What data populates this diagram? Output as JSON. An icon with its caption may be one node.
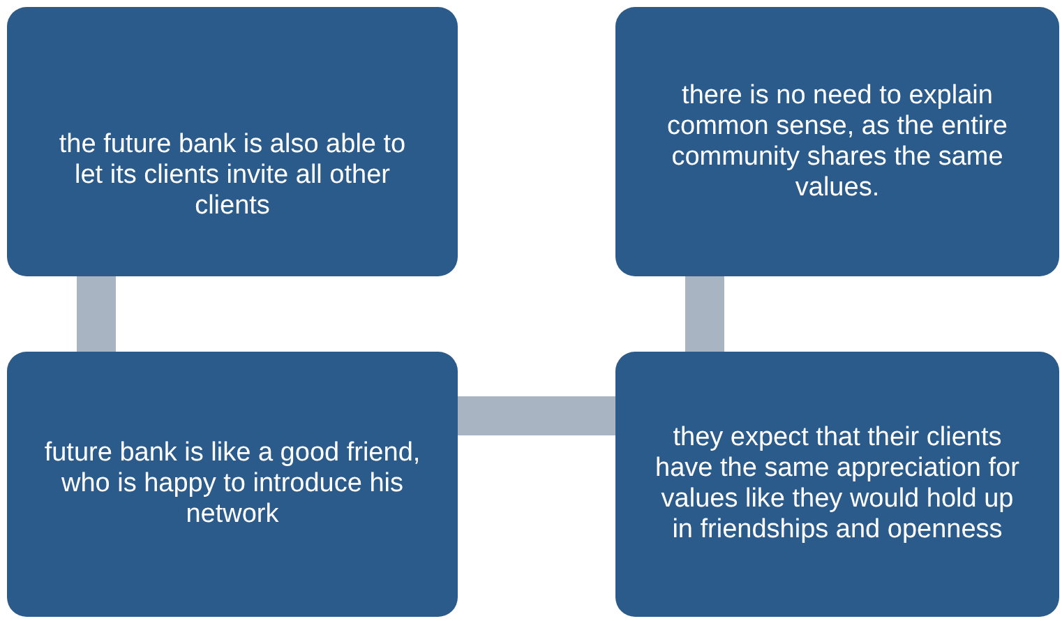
{
  "diagram": {
    "nodes": [
      {
        "text": [
          "the future bank is also able to let its clients invite all other clients"
        ]
      },
      {
        "text": [
          "there is no need to explain common sense, as the entire community shares the same values."
        ]
      },
      {
        "text": [
          "future bank is like a good friend, who is happy to introduce his network"
        ]
      },
      {
        "text": [
          "they expect that their clients have the same appreciation for values like they would hold up in friendships and openness"
        ]
      }
    ],
    "edges": [
      {
        "from": 0,
        "to": 2,
        "arrow": "none"
      },
      {
        "from": 2,
        "to": 3,
        "arrow": "none"
      },
      {
        "from": 3,
        "to": 1,
        "arrow": "none"
      }
    ]
  }
}
